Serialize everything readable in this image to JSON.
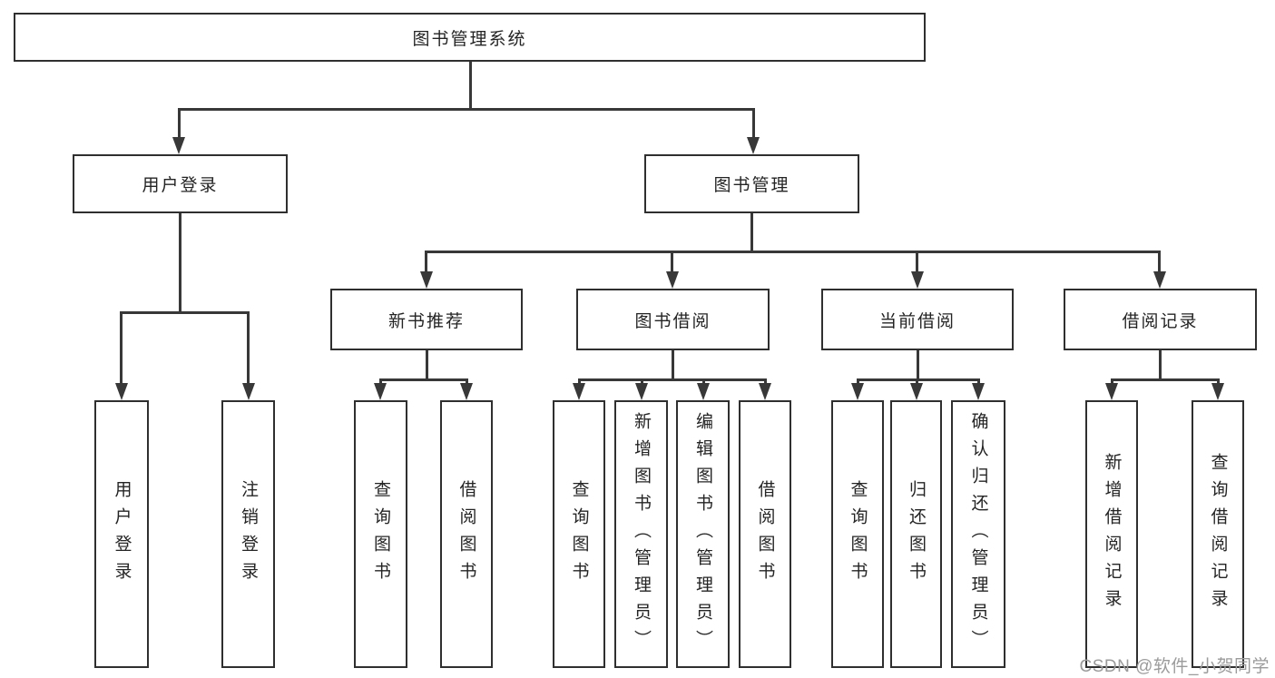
{
  "diagram_type": "tree",
  "title": "图书管理系统",
  "watermark": "CSDN @软件_小贺同学",
  "colors": {
    "line": "#383838",
    "border": "#2f2f2f",
    "text": "#242424",
    "watermark_text": "#9b9b9b",
    "background": "#ffffff"
  },
  "nodes": {
    "root": {
      "label": "图书管理系统"
    },
    "user_login": {
      "label": "用户登录"
    },
    "book_mgmt": {
      "label": "图书管理"
    },
    "new_book": {
      "label": "新书推荐"
    },
    "book_borrow": {
      "label": "图书借阅"
    },
    "current_borrow": {
      "label": "当前借阅"
    },
    "borrow_record": {
      "label": "借阅记录"
    },
    "leaf_user_login": {
      "label": "用户登录"
    },
    "leaf_logout": {
      "label": "注销登录"
    },
    "leaf_query_book_1": {
      "label": "查询图书"
    },
    "leaf_borrow_book_1": {
      "label": "借阅图书"
    },
    "leaf_query_book_2": {
      "label": "查询图书"
    },
    "leaf_add_book": {
      "label": "新增图书（管理员）"
    },
    "leaf_edit_book": {
      "label": "编辑图书（管理员）"
    },
    "leaf_borrow_book_2": {
      "label": "借阅图书"
    },
    "leaf_query_book_3": {
      "label": "查询图书"
    },
    "leaf_return_book": {
      "label": "归还图书"
    },
    "leaf_confirm_return": {
      "label": "确认归还（管理员）"
    },
    "leaf_add_record": {
      "label": "新增借阅记录"
    },
    "leaf_query_record": {
      "label": "查询借阅记录"
    }
  },
  "structure": {
    "root_children": [
      "用户登录",
      "图书管理"
    ],
    "user_login_children": [
      "用户登录",
      "注销登录"
    ],
    "book_mgmt_children": [
      "新书推荐",
      "图书借阅",
      "当前借阅",
      "借阅记录"
    ],
    "new_book_children": [
      "查询图书",
      "借阅图书"
    ],
    "book_borrow_children": [
      "查询图书",
      "新增图书（管理员）",
      "编辑图书（管理员）",
      "借阅图书"
    ],
    "current_borrow_children": [
      "查询图书",
      "归还图书",
      "确认归还（管理员）"
    ],
    "borrow_record_children": [
      "新增借阅记录",
      "查询借阅记录"
    ]
  }
}
